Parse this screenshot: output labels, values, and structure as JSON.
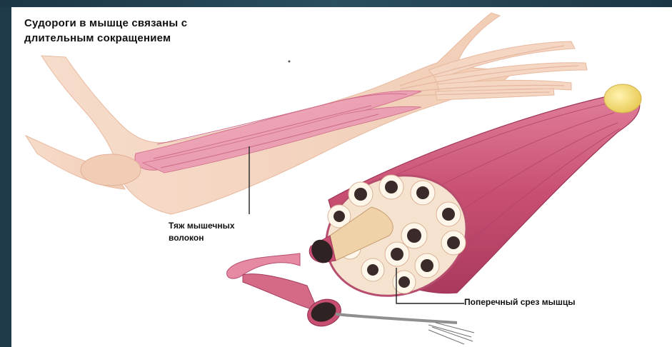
{
  "slide": {
    "title_line1": "Судороги в мышце связаны с",
    "title_line2": "длительным сокращением"
  },
  "labels": {
    "bundle_line1": "Тяж мышечных",
    "bundle_line2": "волокон",
    "cross_section": "Поперечный срез мышцы"
  },
  "colors": {
    "muscle": "#c94f72",
    "muscle_light": "#ef9fb3",
    "skin": "#f3d4c0",
    "tendon": "#f4e08a",
    "fiber_dot": "#3a2a2a",
    "frame": "#1f3a4a"
  }
}
